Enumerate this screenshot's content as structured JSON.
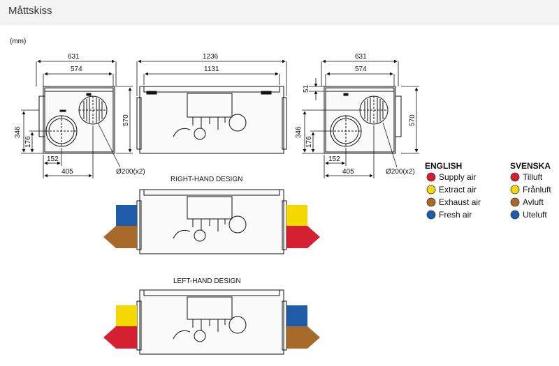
{
  "header": {
    "title": "Måttskiss"
  },
  "units": "(mm)",
  "dims": {
    "left_w_outer": "631",
    "left_w_inner": "574",
    "left_h": "570",
    "left_h1": "346",
    "left_h2": "176",
    "left_d1": "152",
    "left_d2": "405",
    "left_diam": "Ø200(x2)",
    "mid_w_outer": "1236",
    "mid_w_inner": "1131",
    "right_w_outer": "631",
    "right_w_inner": "574",
    "right_top": "51",
    "right_h": "570",
    "right_h1": "346",
    "right_h2": "176",
    "right_d1": "152",
    "right_d2": "405",
    "right_diam": "Ø200(x2)"
  },
  "designs": {
    "right_hand": "RIGHT-HAND DESIGN",
    "left_hand": "LEFT-HAND DESIGN"
  },
  "legend": {
    "english_title": "ENGLISH",
    "svenska_title": "SVENSKA",
    "items": [
      {
        "en": "Supply air",
        "sv": "Tilluft",
        "color": "#d42030"
      },
      {
        "en": "Extract air",
        "sv": "Frånluft",
        "color": "#f5d800"
      },
      {
        "en": "Exhaust air",
        "sv": "Avluft",
        "color": "#a86a2a"
      },
      {
        "en": "Fresh air",
        "sv": "Uteluft",
        "color": "#1f5ca8"
      }
    ]
  },
  "colors": {
    "supply": "#d42030",
    "extract": "#f5d800",
    "exhaust": "#a86a2a",
    "fresh": "#1f5ca8"
  }
}
